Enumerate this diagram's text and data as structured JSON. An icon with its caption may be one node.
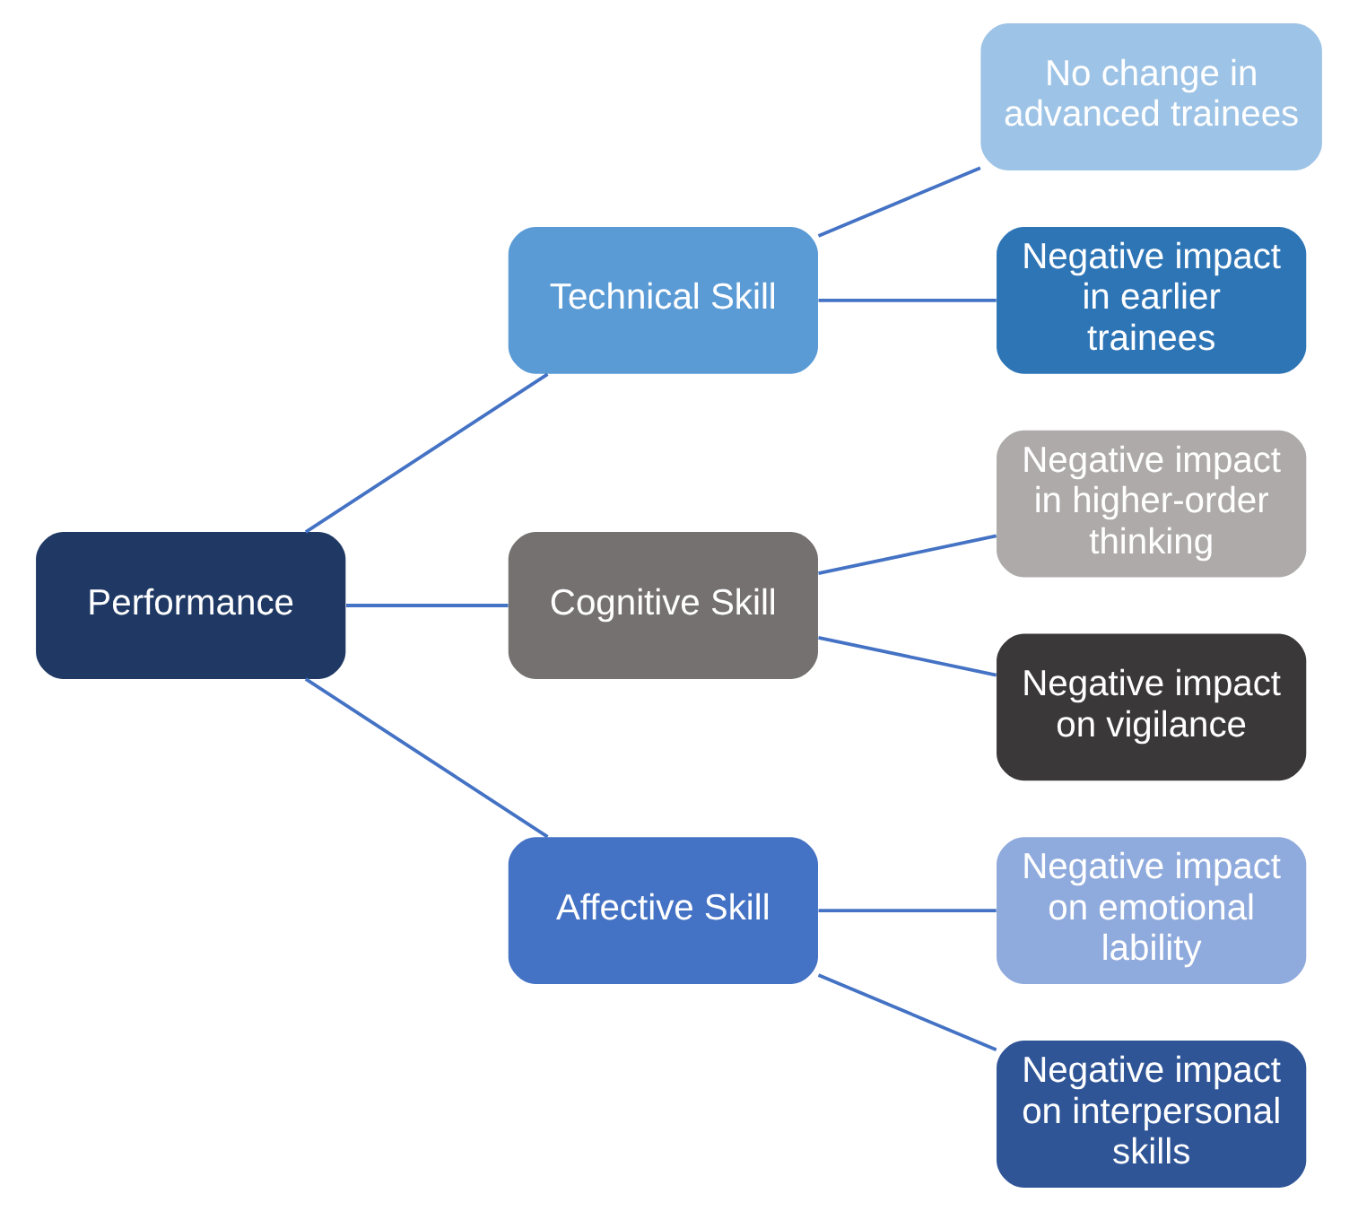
{
  "diagram": {
    "nodes": [
      {
        "text": [
          "Performance"
        ]
      },
      {
        "text": [
          "Technical Skill"
        ]
      },
      {
        "text": [
          "Cognitive Skill"
        ]
      },
      {
        "text": [
          "Affective Skill"
        ]
      },
      {
        "text": [
          "No change in advanced trainees"
        ]
      },
      {
        "text": [
          "Negative impact in earlier trainees"
        ]
      },
      {
        "text": [
          "Negative impact in higher-order thinking"
        ]
      },
      {
        "text": [
          "Negative impact on vigilance"
        ]
      },
      {
        "text": [
          "Negative impact on emotional lability"
        ]
      },
      {
        "text": [
          "Negative impact on interpersonal skills"
        ]
      }
    ],
    "edges": [
      {
        "from": 0,
        "to": 1,
        "arrow": "none"
      },
      {
        "from": 0,
        "to": 2,
        "arrow": "none"
      },
      {
        "from": 0,
        "to": 3,
        "arrow": "none"
      },
      {
        "from": 1,
        "to": 4,
        "arrow": "none"
      },
      {
        "from": 1,
        "to": 5,
        "arrow": "none"
      },
      {
        "from": 2,
        "to": 6,
        "arrow": "none"
      },
      {
        "from": 2,
        "to": 7,
        "arrow": "none"
      },
      {
        "from": 3,
        "to": 8,
        "arrow": "none"
      },
      {
        "from": 3,
        "to": 9,
        "arrow": "none"
      }
    ]
  }
}
